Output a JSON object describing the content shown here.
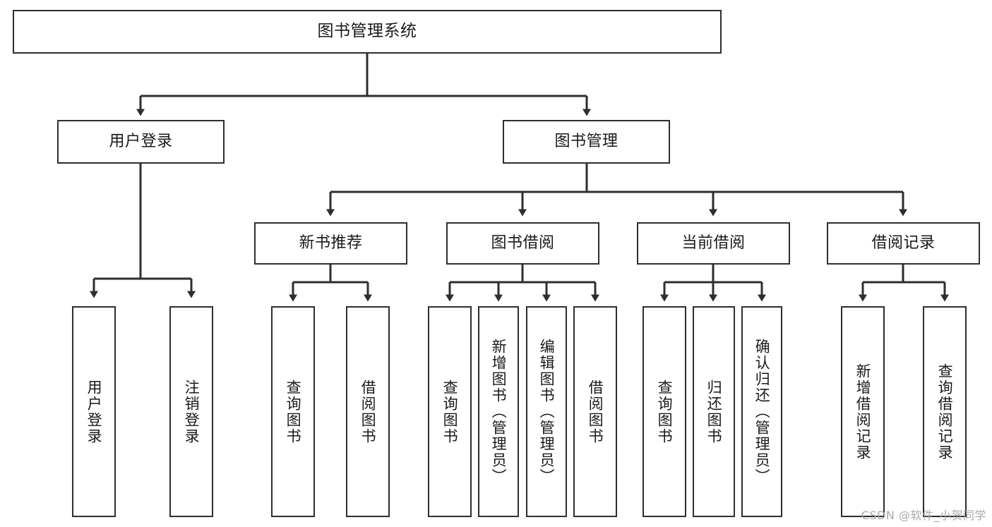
{
  "diagram": {
    "title": "图书管理系统",
    "type": "tree-hierarchy-chart",
    "watermark": "CSDN @软件_小贺同学",
    "colors": {
      "stroke": "#2e2e2e",
      "fill": "#ffffff",
      "text": "#1a1a1a",
      "watermark": "#a9a9a9"
    },
    "nodes": {
      "root": {
        "label": "图书管理系统"
      },
      "level2": [
        {
          "label": "用户登录"
        },
        {
          "label": "图书管理"
        }
      ],
      "level3": [
        {
          "label": "新书推荐"
        },
        {
          "label": "图书借阅"
        },
        {
          "label": "当前借阅"
        },
        {
          "label": "借阅记录"
        }
      ],
      "leaves": [
        {
          "label": "用户登录"
        },
        {
          "label": "注销登录"
        },
        {
          "label": "查询图书"
        },
        {
          "label": "借阅图书"
        },
        {
          "label": "查询图书"
        },
        {
          "label": "新增图书（管理员）"
        },
        {
          "label": "编辑图书（管理员）"
        },
        {
          "label": "借阅图书"
        },
        {
          "label": "查询图书"
        },
        {
          "label": "归还图书"
        },
        {
          "label": "确认归还（管理员）"
        },
        {
          "label": "新增借阅记录"
        },
        {
          "label": "查询借阅记录"
        }
      ]
    }
  }
}
